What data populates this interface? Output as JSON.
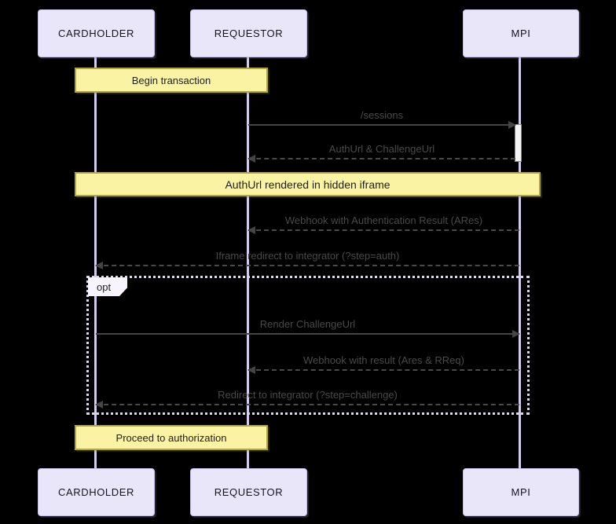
{
  "diagram": {
    "type": "uml-sequence",
    "background_color": "#000000"
  },
  "colors": {
    "actor_fill": "#e9e6f9",
    "actor_border": "#c9c0ea",
    "lifeline": "#d5ccec",
    "note_fill": "#fbf3a4",
    "note_border": "#b3a63c",
    "message_text": "#4a4a4a",
    "arrow": "#454545",
    "activation_fill": "#f5f5f5",
    "activation_border": "#8d8d8d",
    "fragment_border": "#dcd6f2",
    "fragment_tab_fill": "#f7f4fd"
  },
  "actors": [
    {
      "id": "cardholder",
      "label": "CARDHOLDER"
    },
    {
      "id": "requestor",
      "label": "REQUESTOR"
    },
    {
      "id": "mpi",
      "label": "MPI"
    }
  ],
  "notes": [
    {
      "label": "Begin transaction",
      "spans": [
        "CARDHOLDER",
        "REQUESTOR"
      ]
    },
    {
      "label": "AuthUrl rendered in hidden iframe",
      "spans": [
        "CARDHOLDER",
        "REQUESTOR",
        "MPI"
      ]
    },
    {
      "label": "Proceed to authorization",
      "spans": [
        "CARDHOLDER",
        "REQUESTOR"
      ]
    }
  ],
  "messages": [
    {
      "label": "/sessions",
      "from": "REQUESTOR",
      "to": "MPI",
      "line": "solid"
    },
    {
      "label": "AuthUrl & ChallengeUrl",
      "from": "MPI",
      "to": "REQUESTOR",
      "line": "dashed"
    },
    {
      "label": "Webhook with Authentication Result (ARes)",
      "from": "MPI",
      "to": "REQUESTOR",
      "line": "dashed"
    },
    {
      "label": "Iframe redirect to integrator (?step=auth)",
      "from": "MPI",
      "to": "CARDHOLDER",
      "line": "dashed"
    },
    {
      "label": "Render ChallengeUrl",
      "from": "CARDHOLDER",
      "to": "MPI",
      "line": "solid"
    },
    {
      "label": "Webhook with result (Ares & RReq)",
      "from": "MPI",
      "to": "REQUESTOR",
      "line": "dashed"
    },
    {
      "label": "Redirect to integrator (?step=challenge)",
      "from": "MPI",
      "to": "CARDHOLDER",
      "line": "dashed"
    }
  ],
  "fragment": {
    "operator": "opt",
    "contains": [
      "Render ChallengeUrl",
      "Webhook with result (Ares & RReq)",
      "Redirect to integrator (?step=challenge)"
    ]
  }
}
